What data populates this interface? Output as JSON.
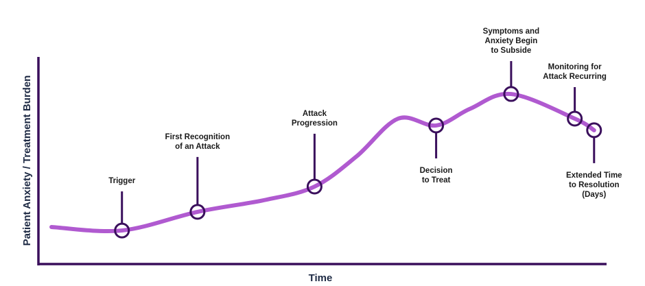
{
  "chart_data": {
    "type": "line",
    "title": "",
    "xlabel": "Time",
    "ylabel": "Patient Anxiety / Treatment Burden",
    "xlim": [
      0,
      100
    ],
    "ylim": [
      0,
      100
    ],
    "grid": false,
    "colors": {
      "curve": "#b05ad0",
      "axis": "#3a0f5c",
      "marker": "#3a0f5c",
      "text": "#1a1a1a"
    },
    "curve": [
      [
        2.3,
        17.9
      ],
      [
        14.7,
        16.2
      ],
      [
        28.0,
        25.2
      ],
      [
        40.0,
        31.0
      ],
      [
        48.6,
        37.4
      ],
      [
        56.0,
        52.0
      ],
      [
        63.3,
        70.2
      ],
      [
        70.0,
        66.9
      ],
      [
        76.0,
        75.0
      ],
      [
        83.2,
        82.1
      ],
      [
        94.4,
        70.2
      ],
      [
        97.8,
        64.6
      ]
    ],
    "events": [
      {
        "name": "trigger",
        "t": 14.7,
        "value": 16.2,
        "placement": "above",
        "label": [
          "Trigger"
        ]
      },
      {
        "name": "first-recognition",
        "t": 28.0,
        "value": 25.2,
        "placement": "above",
        "label": [
          "First Recognition",
          "of an Attack"
        ]
      },
      {
        "name": "attack-progression",
        "t": 48.6,
        "value": 37.4,
        "placement": "above",
        "label": [
          "Attack",
          "Progression"
        ]
      },
      {
        "name": "decision-to-treat",
        "t": 70.0,
        "value": 66.9,
        "placement": "below",
        "label": [
          "Decision",
          "to Treat"
        ]
      },
      {
        "name": "symptoms-subside",
        "t": 83.2,
        "value": 82.1,
        "placement": "above",
        "label": [
          "Symptoms and",
          "Anxiety Begin",
          "to Subside"
        ]
      },
      {
        "name": "monitoring",
        "t": 94.4,
        "value": 70.2,
        "placement": "above",
        "label": [
          "Monitoring for",
          "Attack Recurring"
        ]
      },
      {
        "name": "extended-time",
        "t": 97.8,
        "value": 64.6,
        "placement": "below",
        "label": [
          "Extended Time",
          "to Resolution",
          "(Days)"
        ]
      }
    ]
  }
}
